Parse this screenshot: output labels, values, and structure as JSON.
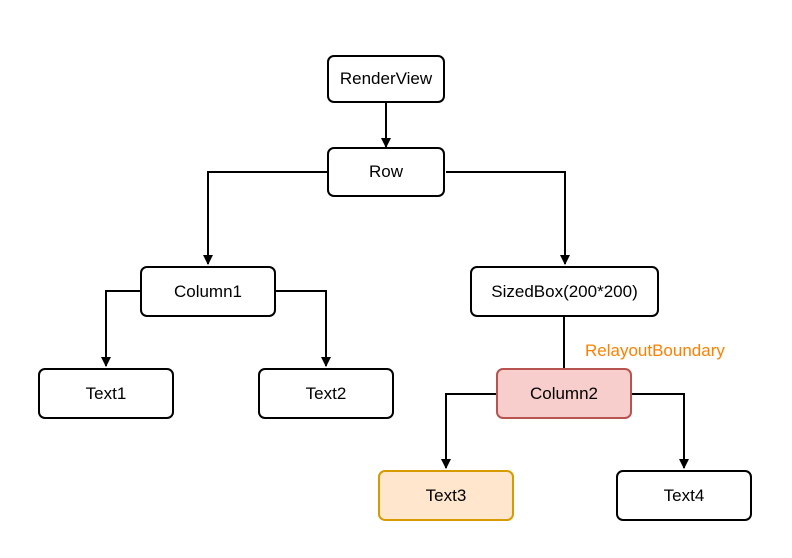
{
  "nodes": {
    "renderview": "RenderView",
    "row": "Row",
    "column1": "Column1",
    "sizedbox": "SizedBox(200*200)",
    "text1": "Text1",
    "text2": "Text2",
    "column2": "Column2",
    "text3": "Text3",
    "text4": "Text4"
  },
  "annotation": "RelayoutBoundary",
  "colors": {
    "line": "#000000",
    "relayout_fill": "#f8cecc",
    "relayout_border": "#b85450",
    "text3_fill": "#ffe6cc",
    "text3_border": "#d79b00",
    "annotation_text": "#ff8000"
  },
  "edges": [
    {
      "from": "renderview",
      "to": "row",
      "arrow": true
    },
    {
      "from": "row",
      "to": "column1",
      "arrow": true
    },
    {
      "from": "row",
      "to": "sizedbox",
      "arrow": true
    },
    {
      "from": "column1",
      "to": "text1",
      "arrow": true
    },
    {
      "from": "column1",
      "to": "text2",
      "arrow": true
    },
    {
      "from": "sizedbox",
      "to": "column2",
      "arrow": false
    },
    {
      "from": "column2",
      "to": "text3",
      "arrow": true
    },
    {
      "from": "column2",
      "to": "text4",
      "arrow": true
    }
  ]
}
